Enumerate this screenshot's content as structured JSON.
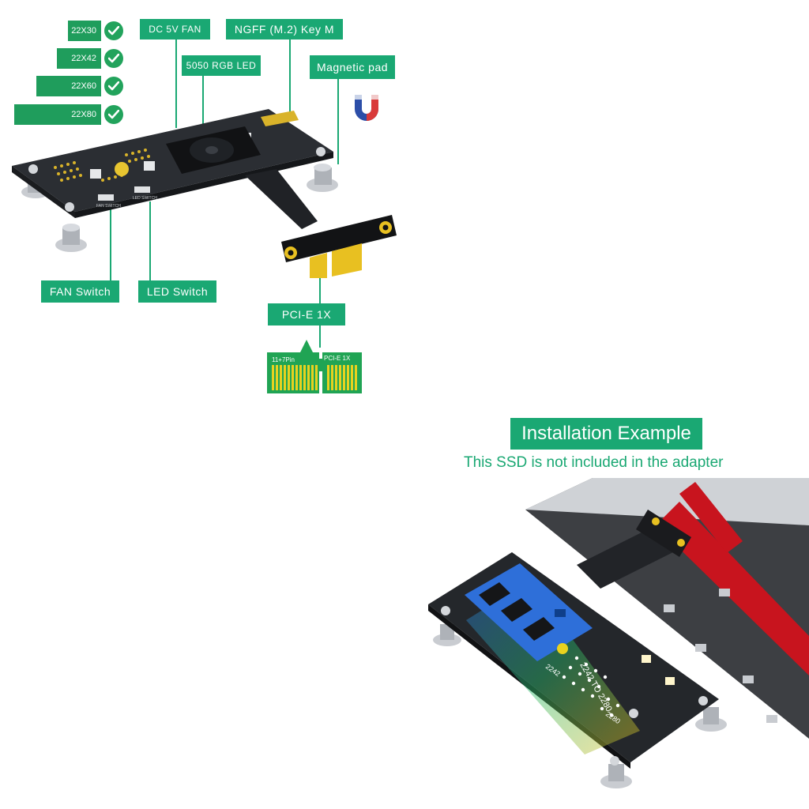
{
  "sizes": [
    {
      "label": "22X30"
    },
    {
      "label": "22X42"
    },
    {
      "label": "22X60"
    },
    {
      "label": "22X80"
    }
  ],
  "callouts": {
    "fan": "DC 5V  FAN",
    "ngff": "NGFF  (M.2)  Key  M",
    "rgb": "5050  RGB  LED",
    "magnetic": "Magnetic pad",
    "fan_switch": "FAN  Switch",
    "led_switch": "LED  Switch",
    "pcie": "PCI-E  1X"
  },
  "board_silk": {
    "fan_switch": "FAN SWITCH",
    "led_switch": "LED SWITCH",
    "size_2242": "2242",
    "size_2280": "2280",
    "to_text": "2242 TO 2280"
  },
  "pin_diagram": {
    "left": "11+7Pin",
    "right": "PCI-E 1X"
  },
  "install": {
    "title": "Installation Example",
    "subtitle": "This  SSD is not included in the adapter"
  },
  "colors": {
    "accent": "#1aa873",
    "check": "#22a35c",
    "gold": "#e8c021",
    "riser_red": "#c8141e"
  }
}
